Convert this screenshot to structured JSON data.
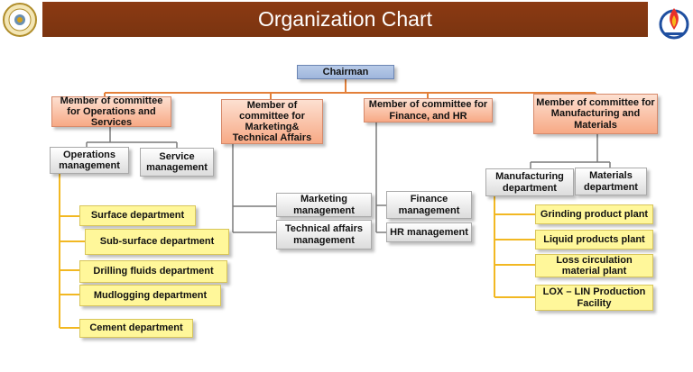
{
  "header": {
    "title": "Organization Chart",
    "colors": {
      "bar": "#7f3612",
      "connector_orange": "#e3803a",
      "connector_gray": "#7a7a7a",
      "connector_yellow": "#f2b822"
    }
  },
  "logos": {
    "left": "libyan-university-seal",
    "right": "noc-flame-logo"
  },
  "chairman": "Chairman",
  "committees": {
    "operations": "Member of committee for Operations and Services",
    "marketing": "Member of committee for Marketing& Technical Affairs",
    "finance": "Member of committee for Finance, and HR",
    "manufacturing": "Member of committee for Manufacturing and Materials"
  },
  "operations": {
    "operations_mgmt": "Operations management",
    "service_mgmt": "Service management",
    "departments": [
      "Surface department",
      "Sub-surface department",
      "Drilling fluids department",
      "Mudlogging department",
      "Cement department"
    ]
  },
  "marketing": {
    "marketing_mgmt": "Marketing management",
    "technical_mgmt": "Technical affairs management"
  },
  "finance": {
    "finance_mgmt": "Finance management",
    "hr_mgmt": "HR management"
  },
  "manufacturing": {
    "manufacturing_dept": "Manufacturing department",
    "materials_dept": "Materials department",
    "plants": [
      "Grinding product plant",
      "Liquid products plant",
      "Loss circulation material plant",
      "LOX – LIN Production Facility"
    ]
  }
}
